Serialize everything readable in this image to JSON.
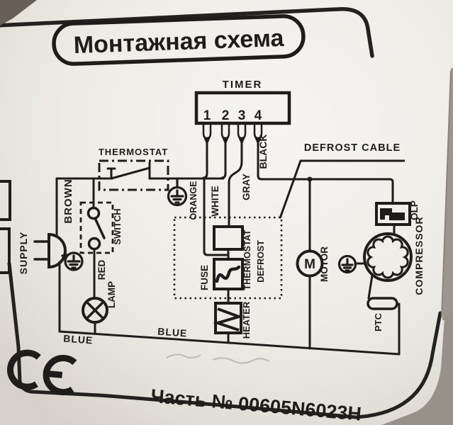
{
  "title": "Монтажная схема",
  "part_number": "Часть № 00605N6023H",
  "ce_mark": "CE",
  "timer": {
    "label": "TIMER",
    "terminals": [
      "1",
      "2",
      "3",
      "4"
    ]
  },
  "components": {
    "thermostat": "THERMOSTAT",
    "defrost_cable": "DEFROST CABLE",
    "supply": "SUPPLY",
    "switch": "SWITCH",
    "lamp": "LAMP",
    "fuse": "FUSE",
    "defrost_thermostat_line1": "THERMOSTAT",
    "defrost_thermostat_line2": "DEFROST",
    "heater": "HEATER",
    "motor": "MOTOR",
    "motor_symbol": "M",
    "olp": "OLP",
    "compressor": "COMPRESSOR",
    "ptc": "PTC"
  },
  "wires": {
    "brown": "BROWN",
    "orange": "ORANGE",
    "white": "WHITE",
    "gray": "GRAY",
    "black": "BLACK",
    "red": "RED",
    "blue_bottom_left": "BLUE",
    "blue_bottom_mid": "BLUE"
  },
  "colors": {
    "ink": "#1f1d1b",
    "sticker": "#ece9e3",
    "photo_background": "#a39d94"
  }
}
